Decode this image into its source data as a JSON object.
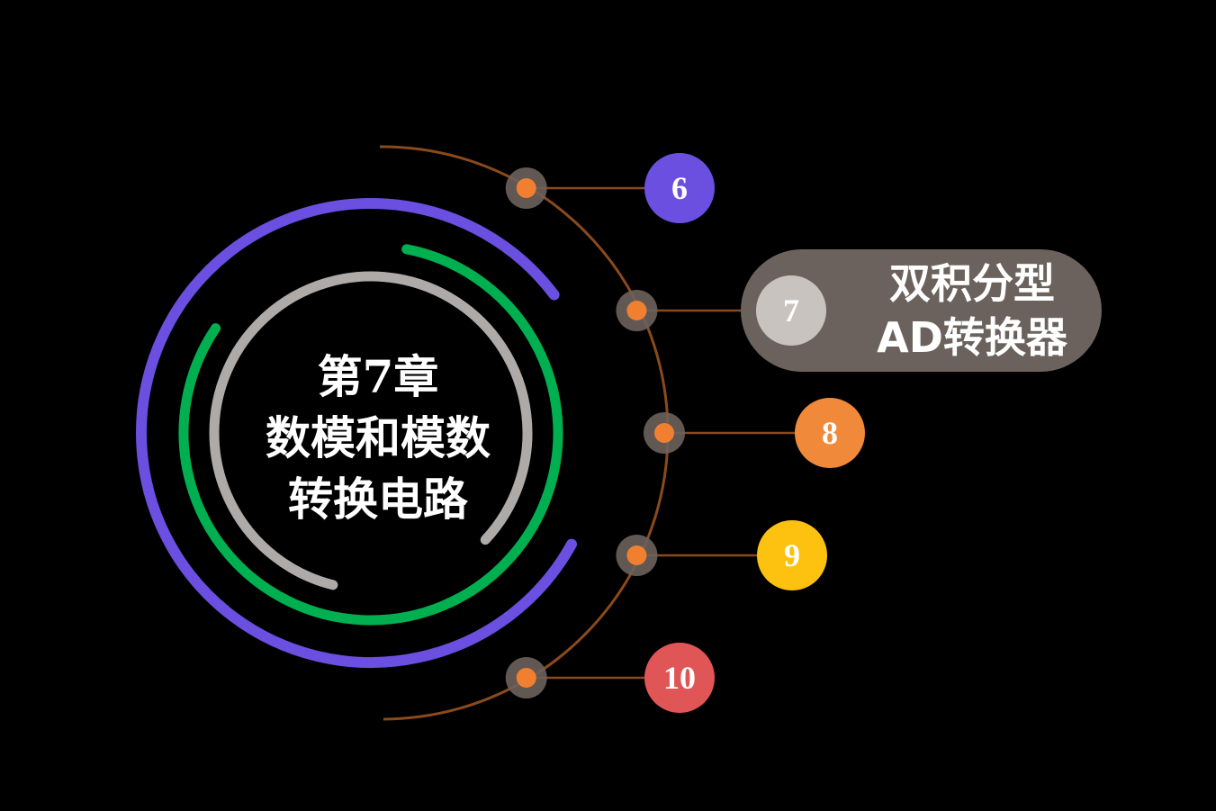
{
  "center_title": {
    "line1": "第7章",
    "line2": "数模和模数",
    "line3": "转换电路"
  },
  "items": [
    {
      "number": "6",
      "color": "#6a4fe0"
    },
    {
      "number": "7",
      "color": "#c9c3c0",
      "label_line1": "双积分型",
      "label_line2": "AD转换器",
      "active": true
    },
    {
      "number": "8",
      "color": "#f08a3a"
    },
    {
      "number": "9",
      "color": "#fcc20f"
    },
    {
      "number": "10",
      "color": "#e05555"
    }
  ],
  "colors": {
    "ring_outer": "#6a4fe0",
    "ring_middle": "#00b050",
    "ring_inner": "#aeaaa8",
    "timeline": "#8a4a1c",
    "node_dot": "#f08030",
    "node_halo": "#6b625d"
  }
}
